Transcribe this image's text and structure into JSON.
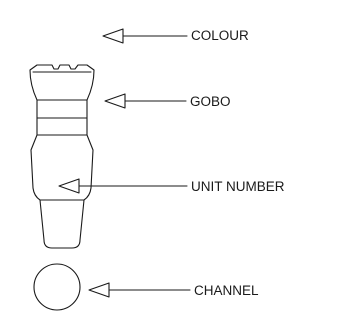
{
  "labels": {
    "colour": "COLOUR",
    "gobo": "GOBO",
    "unit_number": "UNIT NUMBER",
    "channel": "CHANNEL"
  },
  "style": {
    "stroke": "#1a1a1a",
    "background": "#ffffff"
  }
}
